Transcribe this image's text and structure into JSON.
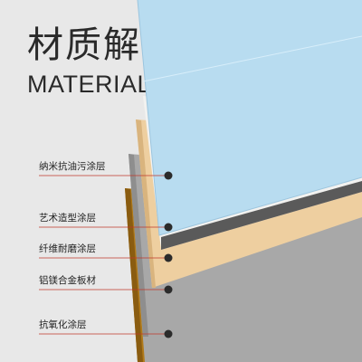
{
  "header": {
    "title_cn": "材质解析",
    "title_en": "MATERIAL ANALYSIS"
  },
  "layers": [
    {
      "label": "纳米抗油污涂层",
      "color": "#b8dcf0"
    },
    {
      "label": "艺术造型涂层",
      "color": "#f0f0ee"
    },
    {
      "label": "纤维耐磨涂层",
      "color": "#eecfa0"
    },
    {
      "label": "铝镁合金板材",
      "color": "#a8a8a8"
    },
    {
      "label": "抗氧化涂层",
      "color": "#b07a1a"
    }
  ],
  "colors": {
    "background": "#e8e8e8",
    "leader_line": "#c0392b",
    "marker": "#2b2b2b"
  }
}
